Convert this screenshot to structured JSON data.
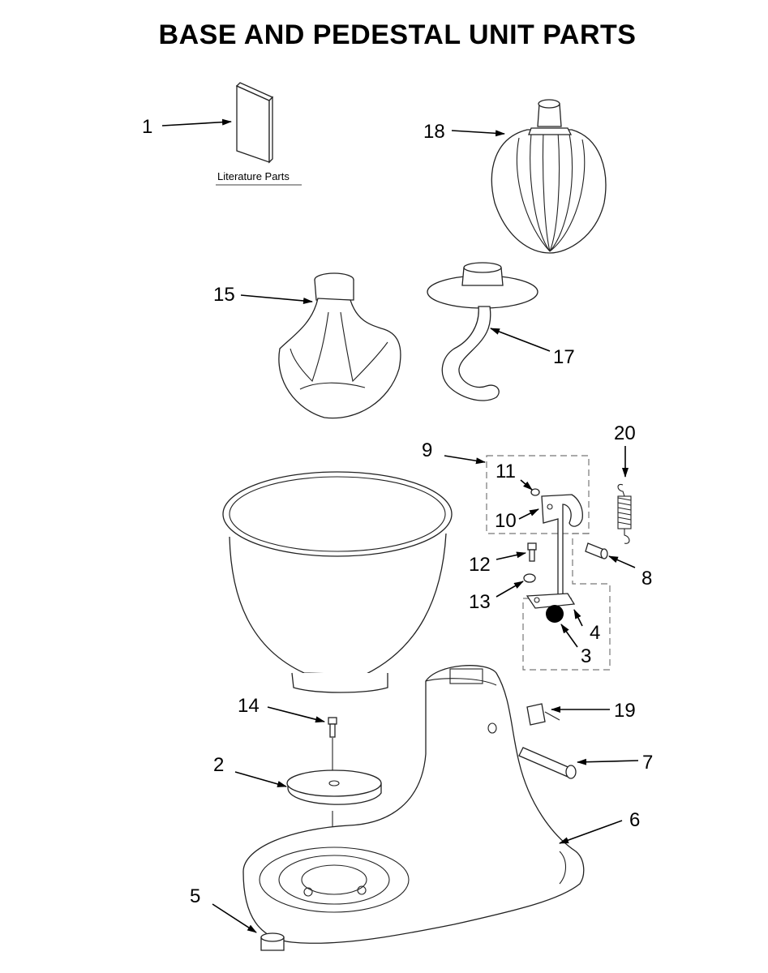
{
  "title": "BASE AND PEDESTAL UNIT PARTS",
  "literature_caption": "Literature Parts",
  "callouts": {
    "c1": "1",
    "c2": "2",
    "c3": "3",
    "c4": "4",
    "c5": "5",
    "c6": "6",
    "c7": "7",
    "c8": "8",
    "c9": "9",
    "c10": "10",
    "c11": "11",
    "c12": "12",
    "c13": "13",
    "c14": "14",
    "c15": "15",
    "c17": "17",
    "c18": "18",
    "c19": "19",
    "c20": "20"
  }
}
